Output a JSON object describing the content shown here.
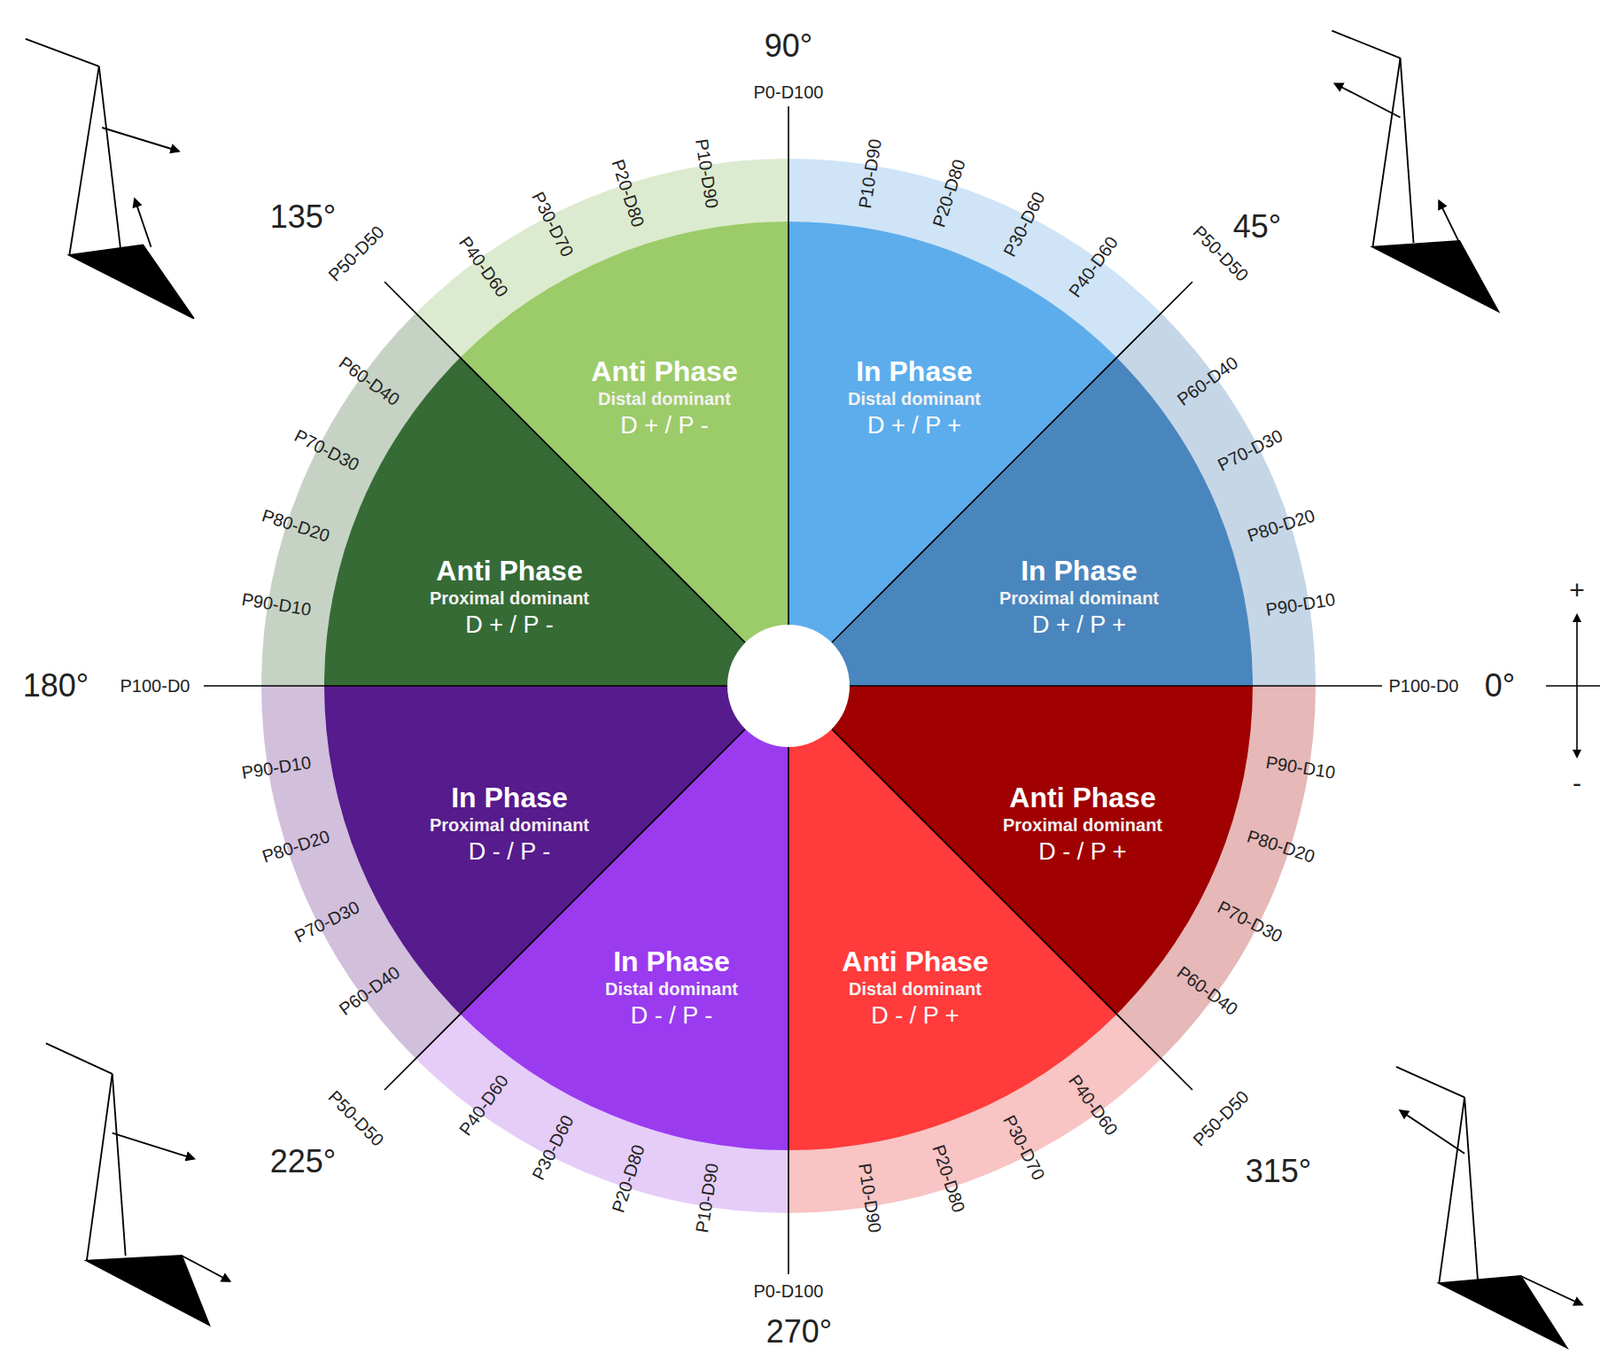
{
  "diagram": {
    "nodes": [
      {
        "text": [
          "Anti Phase",
          "Distal dominant",
          "D + / P -"
        ]
      },
      {
        "text": [
          "In Phase",
          "Distal dominant",
          "D + / P +"
        ]
      },
      {
        "text": [
          "Anti Phase",
          "Proximal dominant",
          "D + / P -"
        ]
      },
      {
        "text": [
          "In Phase",
          "Proximal dominant",
          "D + / P +"
        ]
      },
      {
        "text": [
          "In Phase",
          "Proximal dominant",
          "D - / P -"
        ]
      },
      {
        "text": [
          "Anti Phase",
          "Proximal dominant",
          "D - / P +"
        ]
      },
      {
        "text": [
          "In Phase",
          "Distal dominant",
          "D - / P -"
        ]
      },
      {
        "text": [
          "Anti Phase",
          "Distal dominant",
          "D - / P +"
        ]
      }
    ],
    "labels": [
      "90°",
      "P0-D100",
      "P10-D90",
      "P20-D80",
      "P30-D60",
      "P40-D60",
      "P50-D50",
      "45°",
      "P60-D40",
      "P70-D30",
      "P80-D20",
      "P90-D10",
      "P100-D0",
      "0°",
      "P10-D90",
      "P20-D80",
      "P30-D70",
      "P40-D60",
      "P50-D50",
      "135°",
      "P60-D40",
      "P70-D30",
      "P80-D20",
      "P90-D10",
      "180°",
      "P100-D0",
      "P90-D10",
      "P80-D20",
      "P70-D30",
      "P60-D40",
      "P50-D50",
      "225°",
      "P40-D60",
      "P30-D60",
      "P20-D80",
      "P10-D90",
      "P0-D100",
      "270°",
      "P10-D90",
      "P20-D80",
      "P30-D70",
      "P40-D60",
      "P50-D50",
      "315°",
      "P60-D40",
      "P70-D30",
      "P80-D20",
      "P90-D10",
      "+",
      "-"
    ]
  }
}
